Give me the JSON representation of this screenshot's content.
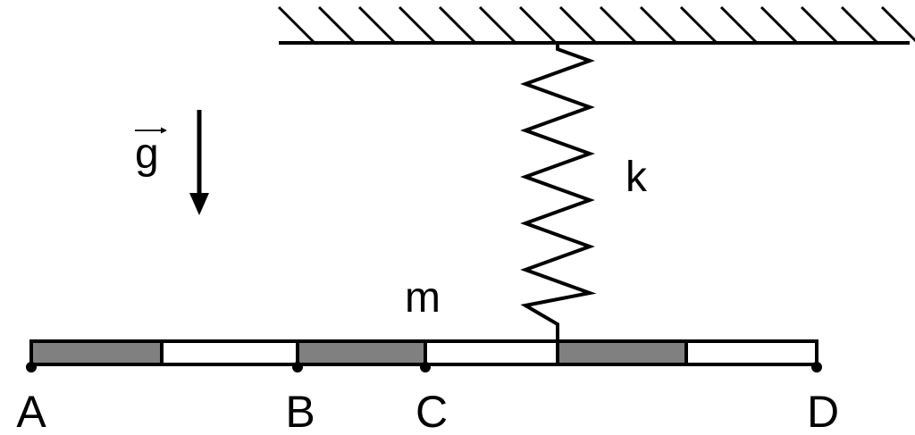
{
  "labels": {
    "gravity": "g",
    "spring": "k",
    "mass": "m",
    "point_a": "A",
    "point_b": "B",
    "point_c": "C",
    "point_d": "D"
  },
  "colors": {
    "line": "#000000",
    "shaded_segment": "#808080",
    "background": "#ffffff"
  },
  "bar_segments": [
    "shaded",
    "white",
    "shaded",
    "white",
    "shaded",
    "white"
  ],
  "icons": {
    "ceiling": "hatched-ceiling-icon",
    "gravity_arrow": "down-arrow-icon",
    "spring": "zigzag-spring-icon"
  }
}
